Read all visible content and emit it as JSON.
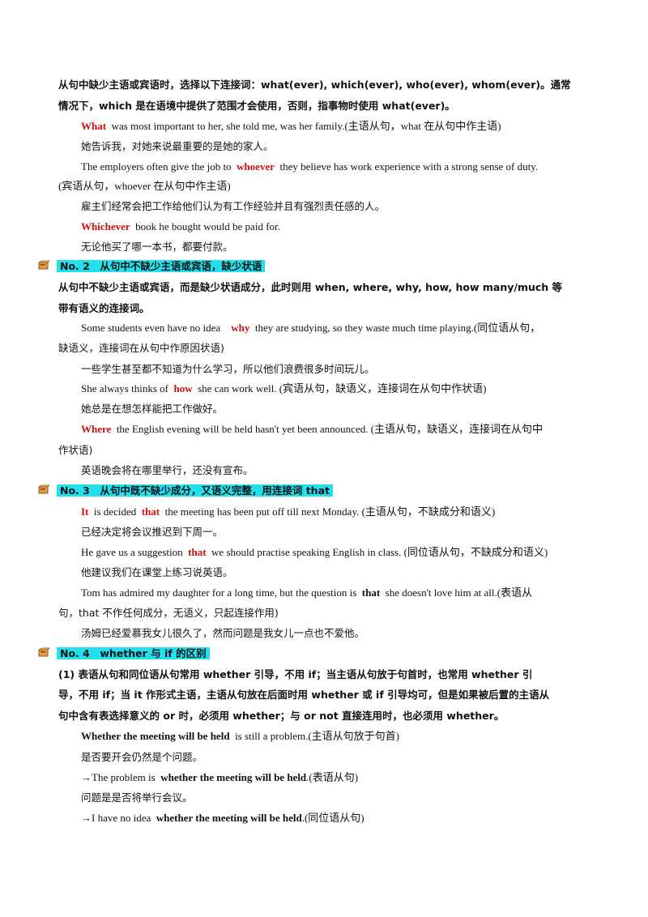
{
  "intro": {
    "l1": "从句中缺少主语或宾语时，选择以下连接词：what(ever), which(ever), who(ever), whom(ever)。通常",
    "l2": "情况下，which 是在语境中提供了范围才会使用，否则，指事物时使用 what(ever)。"
  },
  "ex1": {
    "kw": "What",
    "rest": "was most important to her, she told me, was her family.(主语从句，what 在从句中作主语)",
    "cn": "她告诉我，对她来说最重要的是她的家人。"
  },
  "ex2": {
    "pre": "The employers often give the job to",
    "kw": "whoever",
    "rest": "they believe has work experience with a strong sense of duty.",
    "l2": "(宾语从句，whoever 在从句中作主语)",
    "cn": "雇主们经常会把工作给他们认为有工作经验并且有强烈责任感的人。"
  },
  "ex3": {
    "kw": "Whichever",
    "rest": "book he bought would be paid for.",
    "cn": "无论他买了哪一本书，都要付款。"
  },
  "h2": {
    "label": "No. 2　从句中不缺少主语或宾语，缺少状语"
  },
  "s2": {
    "l1": "从句中不缺少主语或宾语，而是缺少状语成分，此时则用 when, where, why, how, how many/much 等",
    "l2": "带有语义的连接词。",
    "e1": {
      "pre": "Some students even have no idea",
      "kw": "why",
      "rest": "they are studying, so they waste much time playing.(同位语从句，",
      "l2": "缺语义，连接词在从句中作原因状语)",
      "cn": "一些学生甚至都不知道为什么学习，所以他们浪费很多时间玩儿。"
    },
    "e2": {
      "pre": "She always thinks of",
      "kw": "how",
      "rest": "she can work well. (宾语从句，缺语义，连接词在从句中作状语)",
      "cn": "她总是在想怎样能把工作做好。"
    },
    "e3": {
      "kw": "Where",
      "rest": "the English evening will be held hasn't yet been announced. (主语从句，缺语义，连接词在从句中",
      "l2": "作状语)",
      "cn": "英语晚会将在哪里举行，还没有宣布。"
    }
  },
  "h3": {
    "label": "No. 3　从句中既不缺少成分，又语义完整，用连接词 that"
  },
  "s3": {
    "e1": {
      "kw1": "It",
      "mid": "is decided",
      "kw2": "that",
      "rest": "the meeting has been put off till next Monday. (主语从句，不缺成分和语义)",
      "cn": "已经决定将会议推迟到下周一。"
    },
    "e2": {
      "pre": "He gave us a suggestion",
      "kw": "that",
      "rest": "we should practise speaking English in class. (同位语从句，不缺成分和语义)",
      "cn": "他建议我们在课堂上练习说英语。"
    },
    "e3": {
      "pre": "Tom has admired my daughter for a long time, but the question is",
      "kw": "that",
      "rest": "she doesn't love him at all.(表语从",
      "l2": "句，that 不作任何成分，无语义，只起连接作用)",
      "cn": "汤姆已经爱慕我女儿很久了，然而问题是我女儿一点也不爱他。"
    }
  },
  "h4": {
    "label": "No. 4　whether 与 if 的区别"
  },
  "s4": {
    "l1": "(1) 表语从句和同位语从句常用 whether 引导，不用 if；当主语从句放于句首时，也常用 whether 引",
    "l2": "导，不用 if；当 it 作形式主语，主语从句放在后面时用 whether 或 if 引导均可，但是如果被后置的主语从",
    "l3": "句中含有表选择意义的 or 时，必须用 whether；与 or not 直接连用时，也必须用 whether。",
    "e1": {
      "kw": "Whether the meeting will be held",
      "rest": "is still a problem.(主语从句放于句首)",
      "cn": "是否要开会仍然是个问题。"
    },
    "e2": {
      "pre": "→The problem is",
      "kw": "whether the meeting will be held",
      "rest": ".(表语从句)",
      "cn": "问题是是否将举行会议。"
    },
    "e3": {
      "pre": "→I have no idea",
      "kw": "whether the meeting will be held",
      "rest": ".(同位语从句)"
    }
  }
}
